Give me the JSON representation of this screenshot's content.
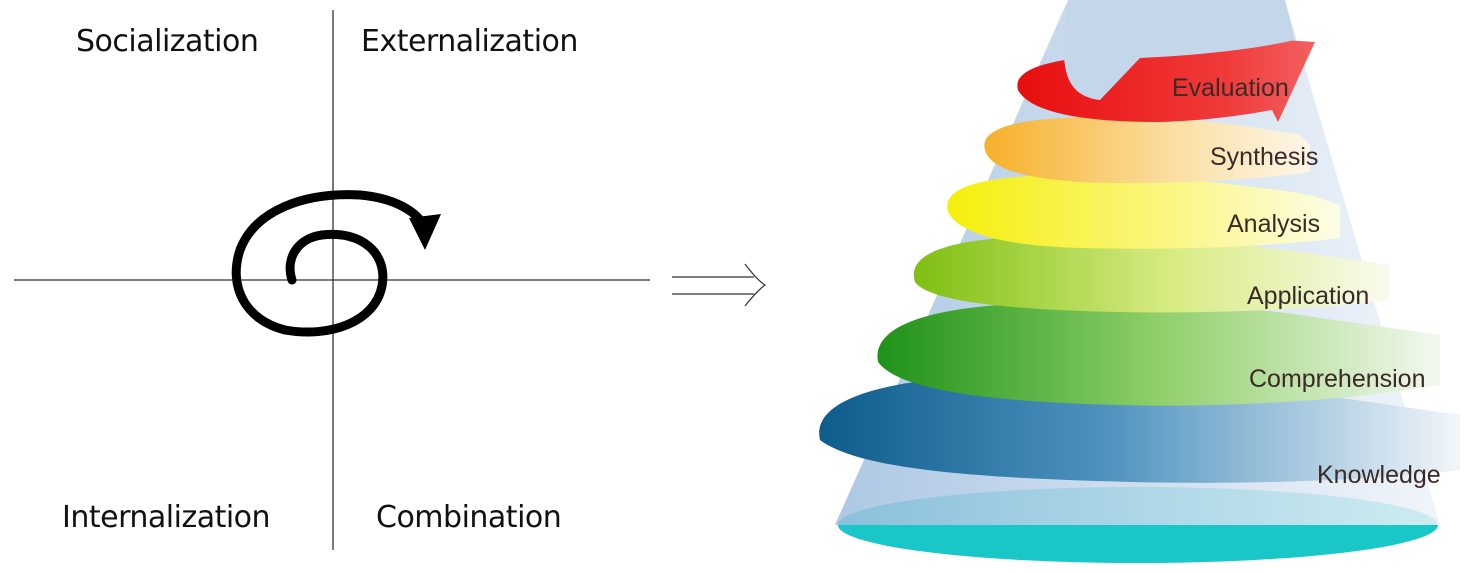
{
  "seci_model": {
    "quadrants": {
      "top_left": "Socialization",
      "top_right": "Externalization",
      "bottom_left": "Internalization",
      "bottom_right": "Combination"
    }
  },
  "bloom_cone": {
    "levels": [
      {
        "label": "Evaluation",
        "color": "#ee1c1c"
      },
      {
        "label": "Synthesis",
        "color": "#f9b23c"
      },
      {
        "label": "Analysis",
        "color": "#f6f21a"
      },
      {
        "label": "Application",
        "color": "#8cc41c"
      },
      {
        "label": "Comprehension",
        "color": "#279a1f"
      },
      {
        "label": "Knowledge",
        "color": "#0f5f8e"
      }
    ],
    "base_color": "#19c6c8",
    "cone_color": "#b9cfe6"
  }
}
